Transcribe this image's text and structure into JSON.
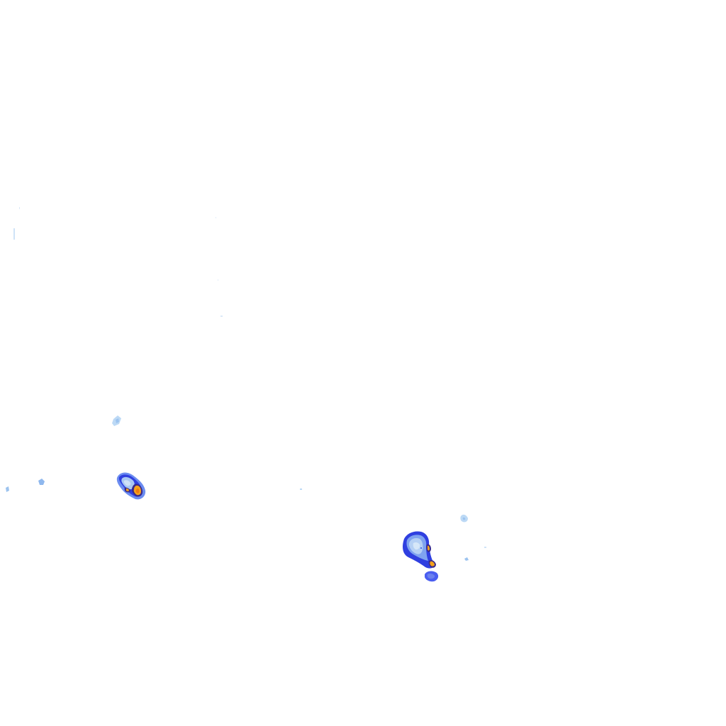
{
  "map": {
    "kind": "radar-precipitation-overlay",
    "background_color": "#ffffff",
    "intensity_palette": {
      "very_light": "#bcd9f5",
      "light": "#8fb8ee",
      "moderate": "#6b8cf0",
      "heavy": "#2f3fe0",
      "very_heavy": "#1a1ab8",
      "intense": "#f5a21c",
      "extreme": "#f07a10",
      "outline": "#3a2a8a"
    },
    "cells": [
      {
        "id": "cell-west-main",
        "intensity_levels": [
          "light",
          "moderate",
          "heavy",
          "intense"
        ]
      },
      {
        "id": "cell-southeast-main",
        "intensity_levels": [
          "light",
          "moderate",
          "heavy",
          "intense"
        ]
      },
      {
        "id": "cell-southeast-satellite",
        "intensity_levels": [
          "moderate",
          "heavy"
        ]
      },
      {
        "id": "speckle-northwest",
        "intensity_levels": [
          "very_light"
        ]
      },
      {
        "id": "speckle-west",
        "intensity_levels": [
          "very_light",
          "light"
        ]
      },
      {
        "id": "speckle-central",
        "intensity_levels": [
          "very_light"
        ]
      },
      {
        "id": "speckle-east",
        "intensity_levels": [
          "very_light",
          "light"
        ]
      }
    ]
  }
}
